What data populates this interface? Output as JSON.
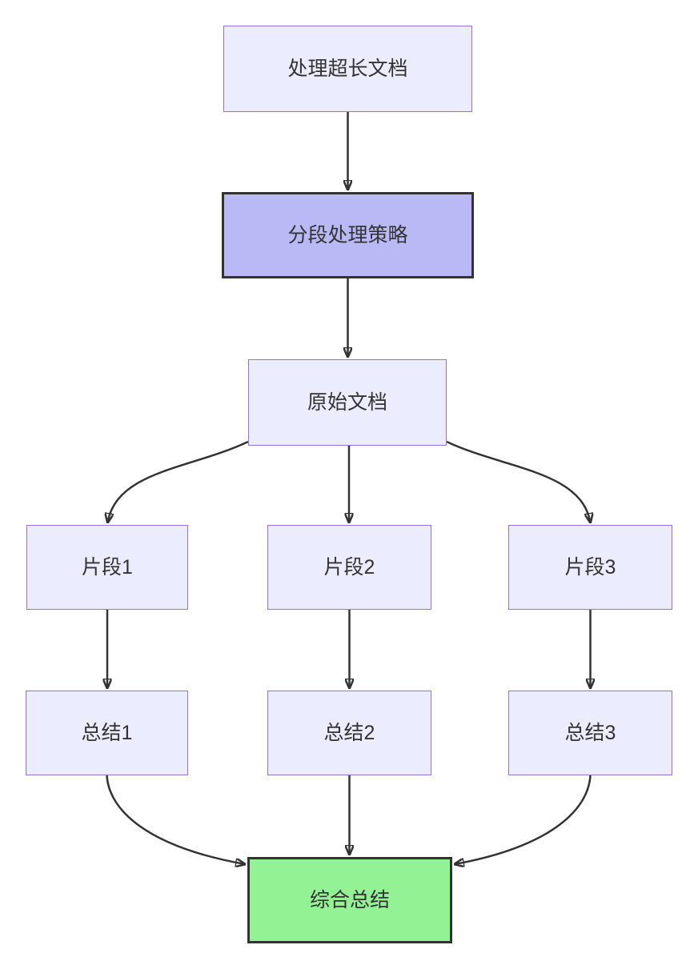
{
  "diagram": {
    "type": "flowchart-top-down",
    "nodes": [
      {
        "id": "A",
        "label": "处理超长文档",
        "style": "default"
      },
      {
        "id": "B",
        "label": "分段处理策略",
        "style": "emphasis"
      },
      {
        "id": "C",
        "label": "原始文档",
        "style": "default"
      },
      {
        "id": "D1",
        "label": "片段1",
        "style": "default"
      },
      {
        "id": "D2",
        "label": "片段2",
        "style": "default"
      },
      {
        "id": "D3",
        "label": "片段3",
        "style": "default"
      },
      {
        "id": "S1",
        "label": "总结1",
        "style": "default"
      },
      {
        "id": "S2",
        "label": "总结2",
        "style": "default"
      },
      {
        "id": "S3",
        "label": "总结3",
        "style": "default"
      },
      {
        "id": "Z",
        "label": "综合总结",
        "style": "success"
      }
    ],
    "edges": [
      {
        "from": "A",
        "to": "B"
      },
      {
        "from": "B",
        "to": "C"
      },
      {
        "from": "C",
        "to": "D1"
      },
      {
        "from": "C",
        "to": "D2"
      },
      {
        "from": "C",
        "to": "D3"
      },
      {
        "from": "D1",
        "to": "S1"
      },
      {
        "from": "D2",
        "to": "S2"
      },
      {
        "from": "D3",
        "to": "S3"
      },
      {
        "from": "S1",
        "to": "Z"
      },
      {
        "from": "S2",
        "to": "Z"
      },
      {
        "from": "S3",
        "to": "Z"
      }
    ]
  },
  "colors": {
    "background": "#FFFFFF",
    "node_fill": "#ECECFF",
    "node_border": "#9370DB",
    "emphasis_fill": "#B9B9F6",
    "emphasis_border": "#333333",
    "success_fill": "#93F293",
    "success_border": "#333333",
    "edge": "#333333",
    "text": "#333333"
  }
}
